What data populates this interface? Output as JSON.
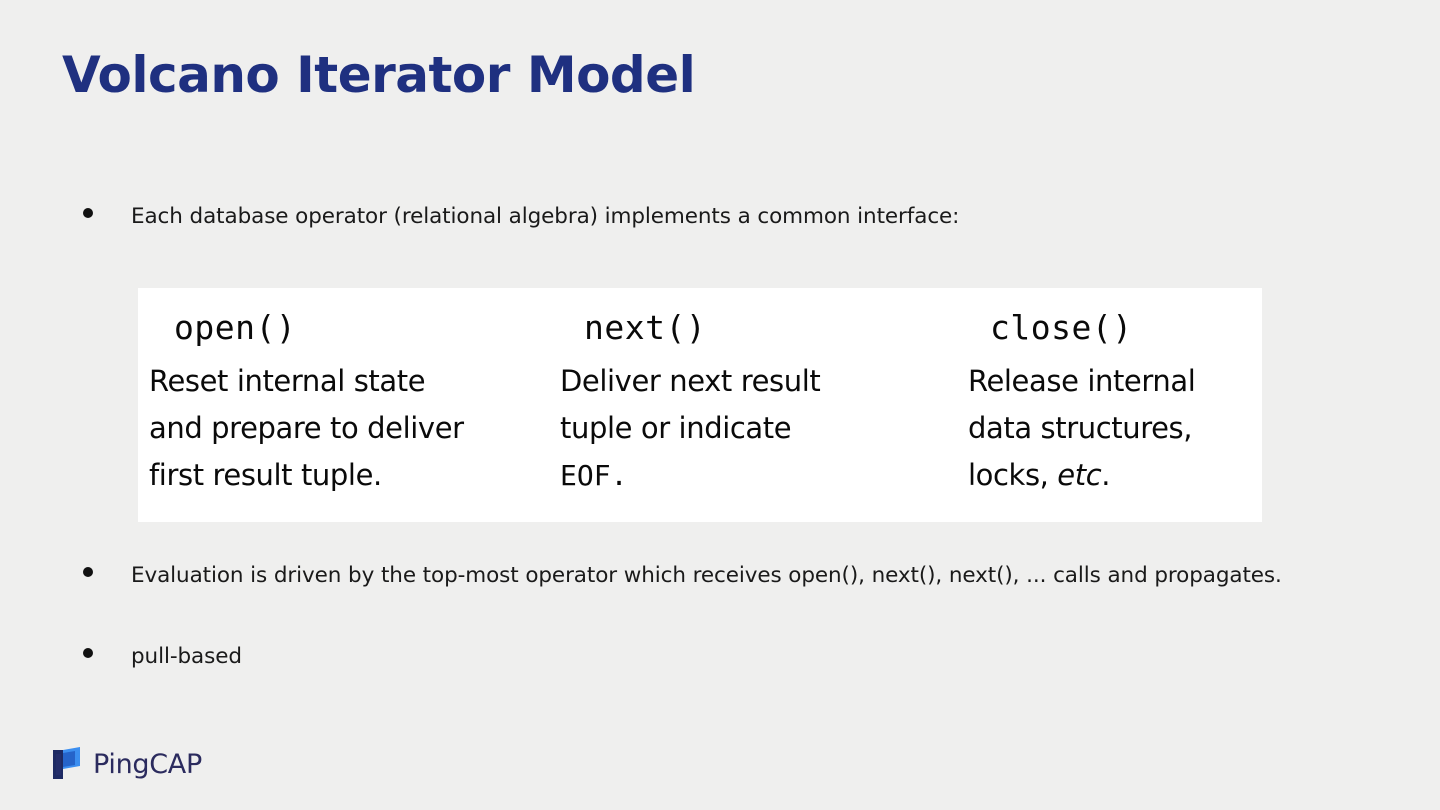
{
  "slide": {
    "title": "Volcano Iterator Model",
    "background_color": "#efefee",
    "title_color": "#1f3080"
  },
  "bullets": {
    "intro": "Each database operator (relational algebra) implements a common interface:",
    "evaluation": "Evaluation is driven by the top-most operator which receives open(), next(), next(), ... calls and propagates.",
    "pull_based": "pull-based"
  },
  "api_panel": {
    "background_color": "#ffffff",
    "columns": [
      {
        "signature": "open()",
        "description": "Reset internal state and prepare to deliver first result tuple.",
        "desc_lines": [
          "Reset internal state",
          "and prepare to deliver",
          "first result tuple."
        ]
      },
      {
        "signature": "next()",
        "description": "Deliver next result tuple or indicate EOF.",
        "desc_prefix": "Deliver next result tuple or indicate ",
        "desc_mono": "EOF.",
        "desc_lines": [
          "Deliver next result",
          "tuple or indicate",
          "EOF."
        ]
      },
      {
        "signature": "close()",
        "description": "Release internal data structures, locks, etc.",
        "desc_prefix": "Release internal data structures, locks, ",
        "desc_italic": "etc",
        "desc_suffix": ".",
        "desc_lines": [
          "Release internal",
          "data structures,",
          "locks, etc."
        ]
      }
    ]
  },
  "brand": {
    "name": "PingCAP",
    "mark_icon": "pingcap-logo-icon",
    "mark_color_dark": "#1d2a63",
    "mark_color_light": "#3b8ef0",
    "word_color": "#2b2b5e"
  }
}
